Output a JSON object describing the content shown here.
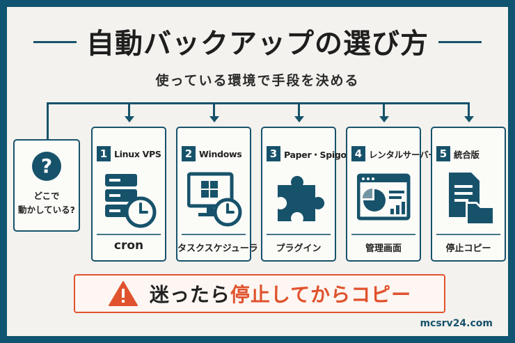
{
  "title": "自動バックアップの選び方",
  "subtitle": "使っている環境で手段を決める",
  "question": {
    "icon": "question-mark-icon",
    "symbol": "?",
    "line1": "どこで",
    "line2": "動かしている?"
  },
  "options": [
    {
      "num": "1",
      "name": "Linux VPS",
      "icon": "server-clock-icon",
      "method": "cron"
    },
    {
      "num": "2",
      "name": "Windows",
      "icon": "monitor-clock-icon",
      "method": "タスクスケジューラ"
    },
    {
      "num": "3",
      "name": "Paper・Spigot",
      "icon": "puzzle-piece-icon",
      "method": "プラグイン"
    },
    {
      "num": "4",
      "name": "レンタルサーバー",
      "icon": "dashboard-icon",
      "method": "管理画面"
    },
    {
      "num": "5",
      "name": "統合版",
      "icon": "file-folder-icon",
      "method": "停止コピー"
    }
  ],
  "banner": {
    "icon": "warning-icon",
    "text_prefix": "迷ったら",
    "text_highlight": "停止してからコピー"
  },
  "site": "mcsrv24.com",
  "colors": {
    "frame": "#0f5470",
    "primary": "#17526b",
    "accent": "#e0522d",
    "background": "#f3f2ee"
  }
}
